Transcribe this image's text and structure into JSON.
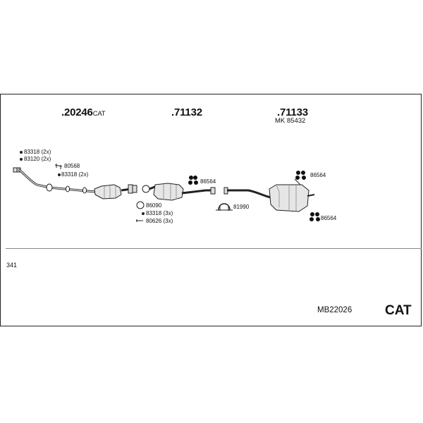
{
  "header": {
    "part_a_prefix": ".20246",
    "part_a_suffix": "CAT",
    "part_b": ".71132",
    "part_c": ".71133",
    "part_c_sub": "MK  85432"
  },
  "labels": {
    "l83318_2x_top": "83318 (2x)",
    "l83120_2x": "83120 (2x)",
    "l80568": "80568",
    "l83318_2x": "83318 (2x)",
    "l86090": "86090",
    "l83318_3x": "83318 (3x)",
    "l80626_3x": "80626 (3x)",
    "l86564_mid": "86564",
    "l81990": "81990",
    "l86564_right_top": "86564",
    "l86564_right_bottom": "86564"
  },
  "footer": {
    "page_number": "341",
    "kit_code": "MB22026",
    "kit_type": "CAT"
  },
  "colors": {
    "line": "#222222",
    "part_fill": "#e6e6e6",
    "part_shade": "#9a9a9a"
  },
  "icons": [
    "bolt-icon",
    "clamp-icon",
    "gasket-icon",
    "rubber-hanger-icon",
    "u-clamp-icon"
  ]
}
